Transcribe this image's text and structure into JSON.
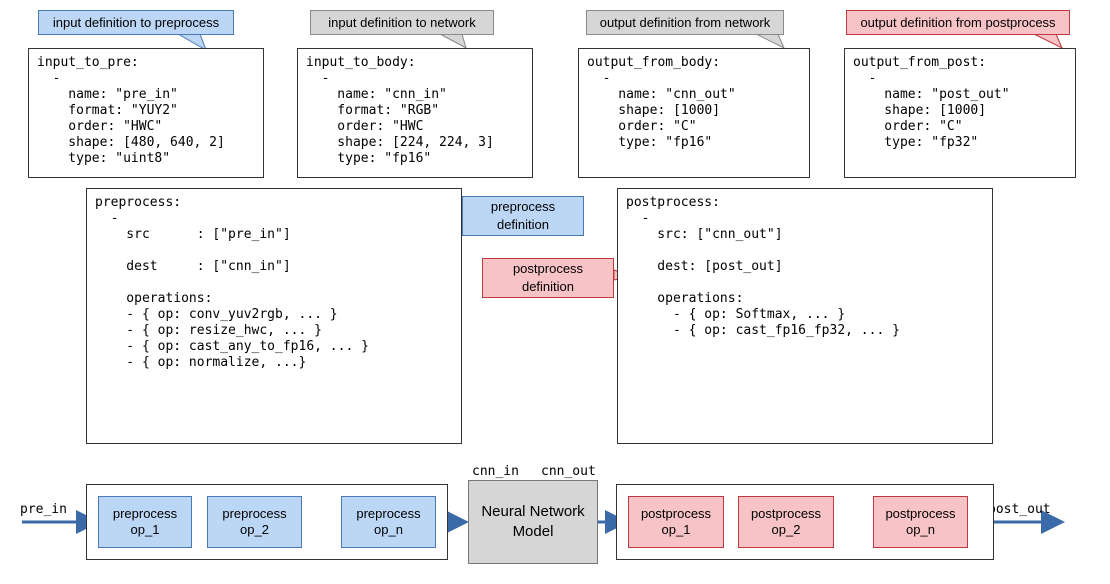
{
  "callouts": {
    "input_pre": "input definition to preprocess",
    "input_net": "input definition to network",
    "output_net": "output definition from network",
    "output_post": "output definition from postprocess",
    "preprocess_def": [
      "preprocess",
      "definition"
    ],
    "postprocess_def": [
      "postprocess",
      "definition"
    ]
  },
  "code_blocks": {
    "input_to_pre": [
      "input_to_pre:",
      "  -",
      "    name: \"pre_in\"",
      "    format: \"YUY2\"",
      "    order: \"HWC\"",
      "    shape: [480, 640, 2]",
      "    type: \"uint8\""
    ],
    "input_to_body": [
      "input_to_body:",
      "  -",
      "    name: \"cnn_in\"",
      "    format: \"RGB\"",
      "    order: \"HWC",
      "    shape: [224, 224, 3]",
      "    type: \"fp16\""
    ],
    "output_from_body": [
      "output_from_body:",
      "  -",
      "    name: \"cnn_out\"",
      "    shape: [1000]",
      "    order: \"C\"",
      "    type: \"fp16\""
    ],
    "output_from_post": [
      "output_from_post:",
      "  -",
      "    name: \"post_out\"",
      "    shape: [1000]",
      "    order: \"C\"",
      "    type: \"fp32\""
    ],
    "preprocess": [
      "preprocess:",
      "  -",
      "    src      : [\"pre_in\"]",
      "",
      "    dest     : [\"cnn_in\"]",
      "",
      "    operations:",
      "    - { op: conv_yuv2rgb, ... }",
      "    - { op: resize_hwc, ... }",
      "    - { op: cast_any_to_fp16, ... }",
      "    - { op: normalize, ...}"
    ],
    "postprocess": [
      "postprocess:",
      "  -",
      "    src: [\"cnn_out\"]",
      "",
      "    dest: [post_out]",
      "",
      "    operations:",
      "      - { op: Softmax, ... }",
      "      - { op: cast_fp16_fp32, ... }"
    ]
  },
  "pipeline": {
    "pre_in": "pre_in",
    "cnn_in": "cnn_in",
    "cnn_out": "cnn_out",
    "post_out": "post_out",
    "network": [
      "Neural Network",
      "Model"
    ],
    "pre_ops": [
      [
        "preprocess",
        "op_1"
      ],
      [
        "preprocess",
        "op_2"
      ],
      [
        "preprocess",
        "op_n"
      ]
    ],
    "post_ops": [
      [
        "postprocess",
        "op_1"
      ],
      [
        "postprocess",
        "op_2"
      ],
      [
        "postprocess",
        "op_n"
      ]
    ]
  },
  "colors": {
    "blue_fill": "#bcd6f5",
    "gray_fill": "#d6d6d6",
    "red_fill": "#f7c3c6",
    "arrow": "#3b6aa8"
  }
}
